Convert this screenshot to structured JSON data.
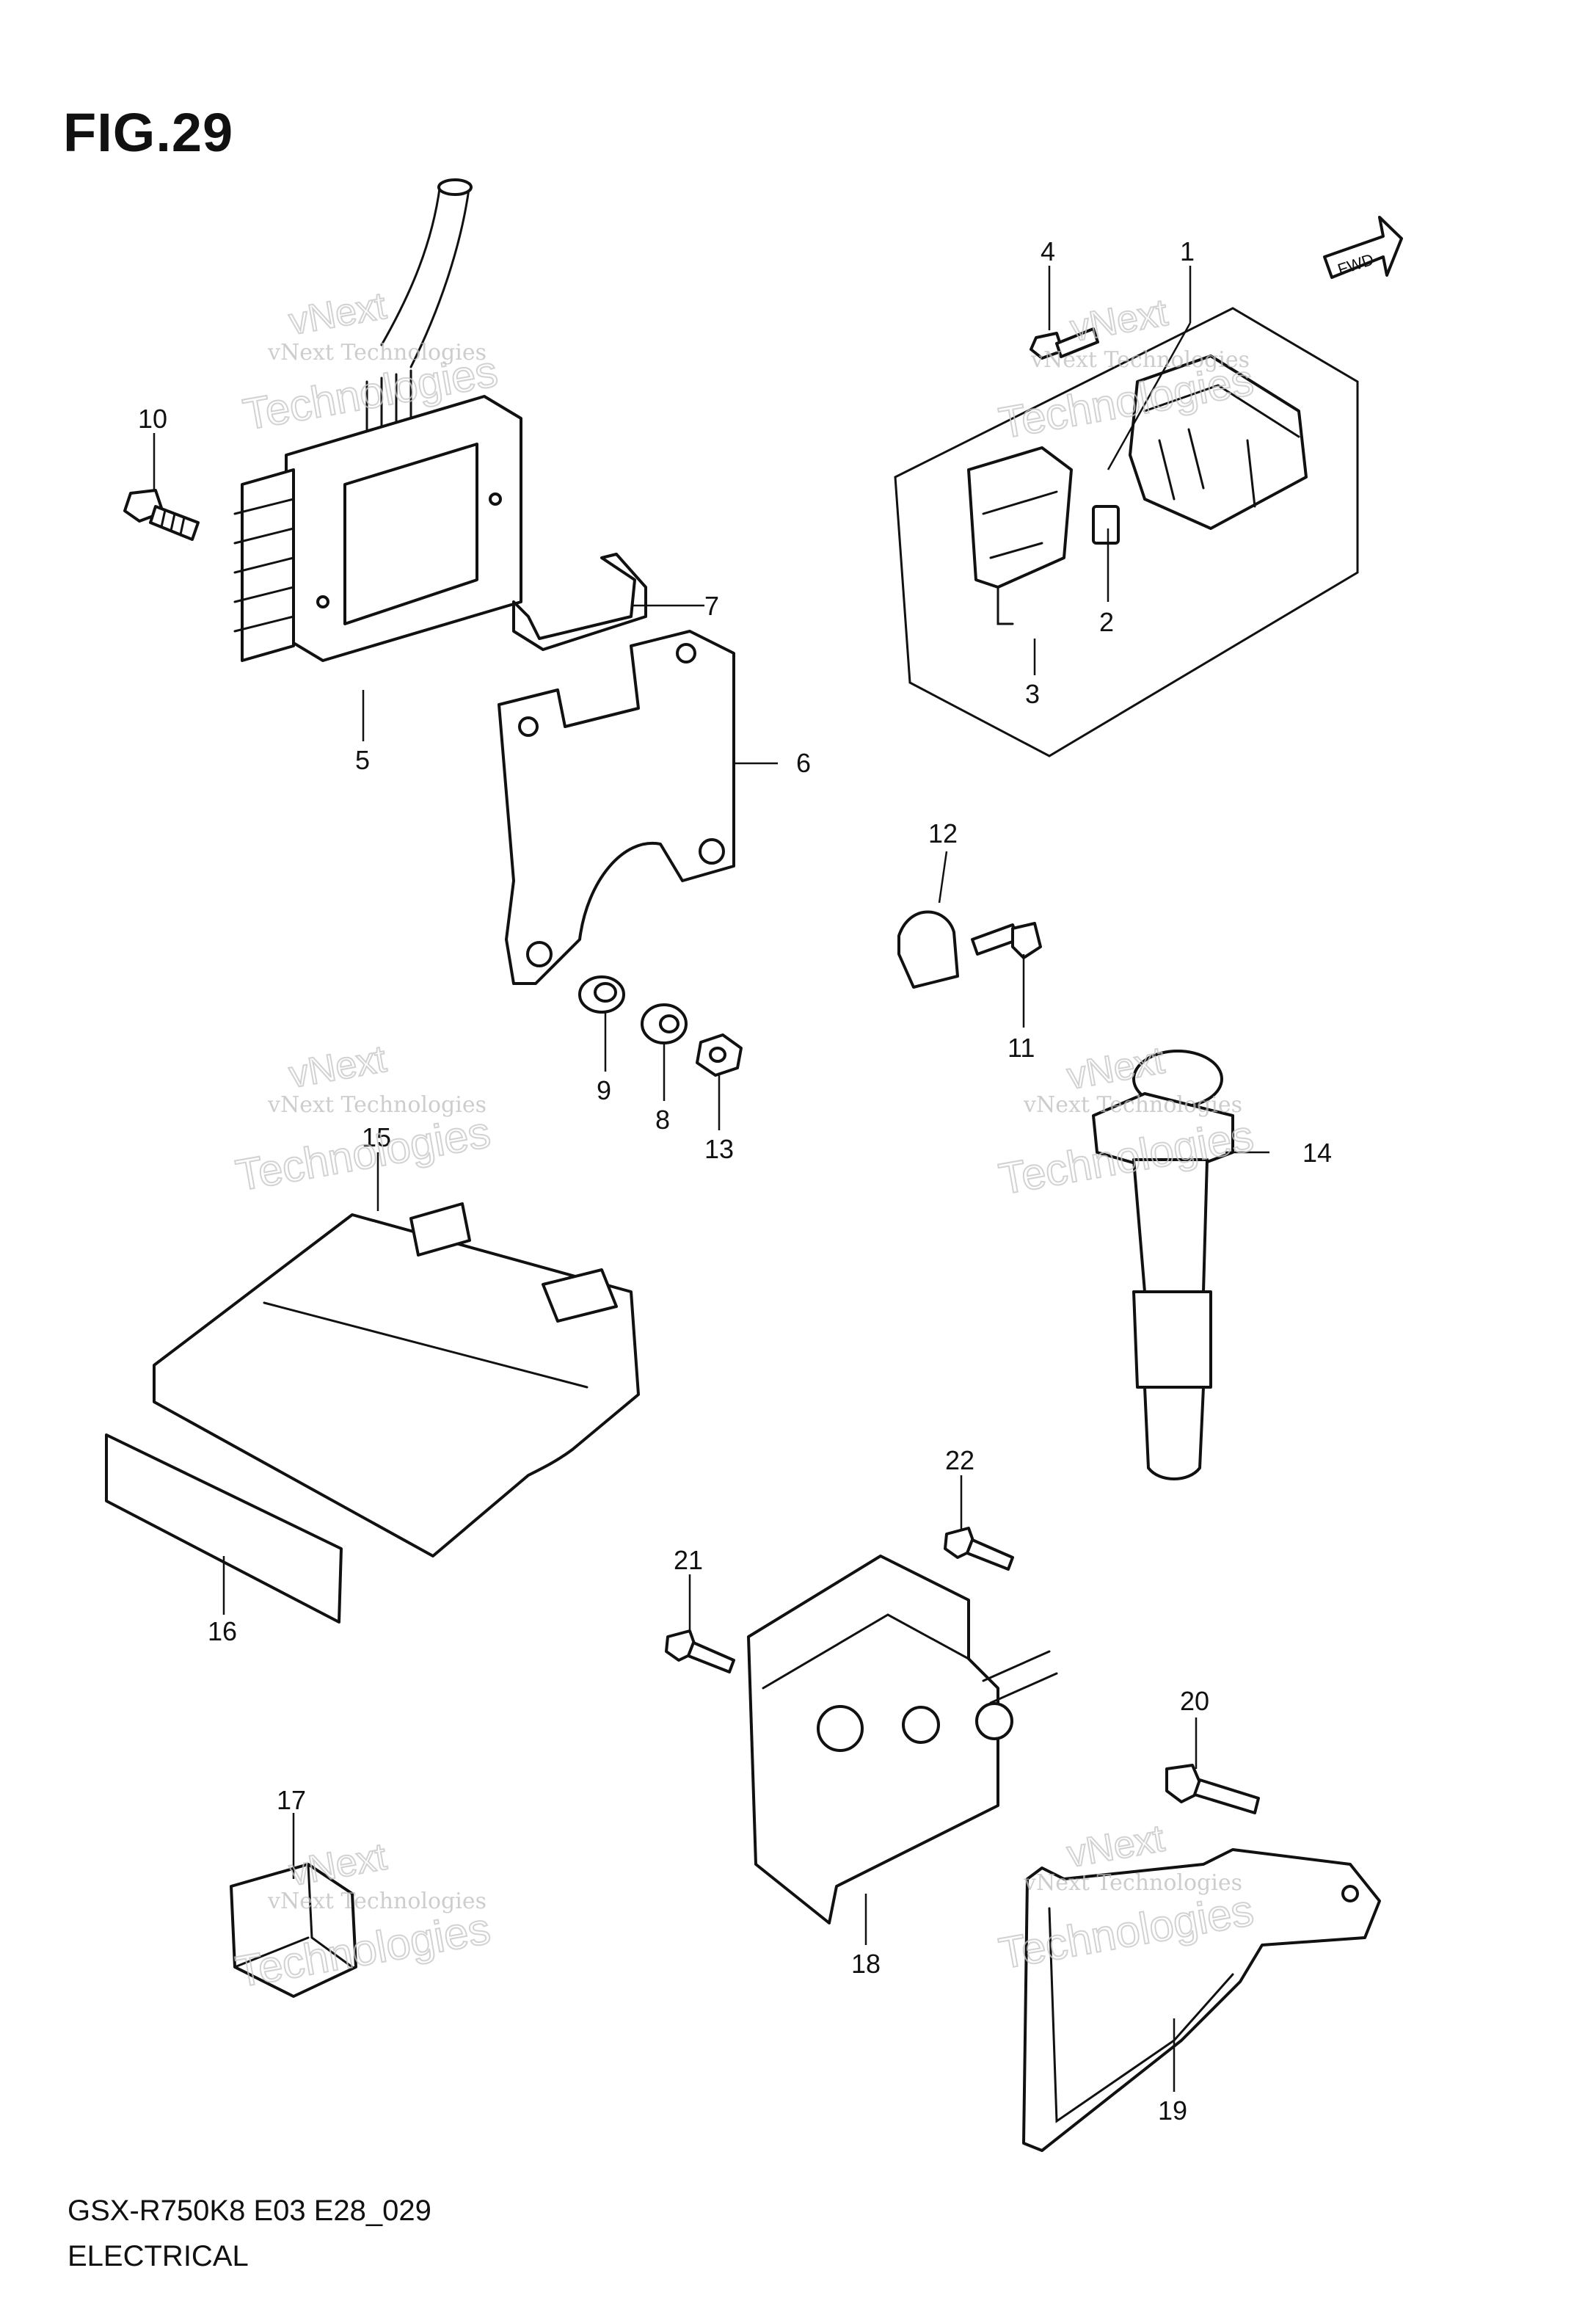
{
  "header": {
    "figure_label": "FIG.29"
  },
  "footer": {
    "model_code": "GSX-R750K8 E03 E28_029",
    "section_name": "ELECTRICAL"
  },
  "badge": {
    "fwd_label": "FWD"
  },
  "watermark": {
    "line1": "vNext Technologies",
    "line2": "vNext",
    "line3": "Technologies"
  },
  "callouts": [
    "1",
    "2",
    "3",
    "4",
    "5",
    "6",
    "7",
    "8",
    "9",
    "10",
    "11",
    "12",
    "13",
    "14",
    "15",
    "16",
    "17",
    "18",
    "19",
    "20",
    "21",
    "22"
  ]
}
